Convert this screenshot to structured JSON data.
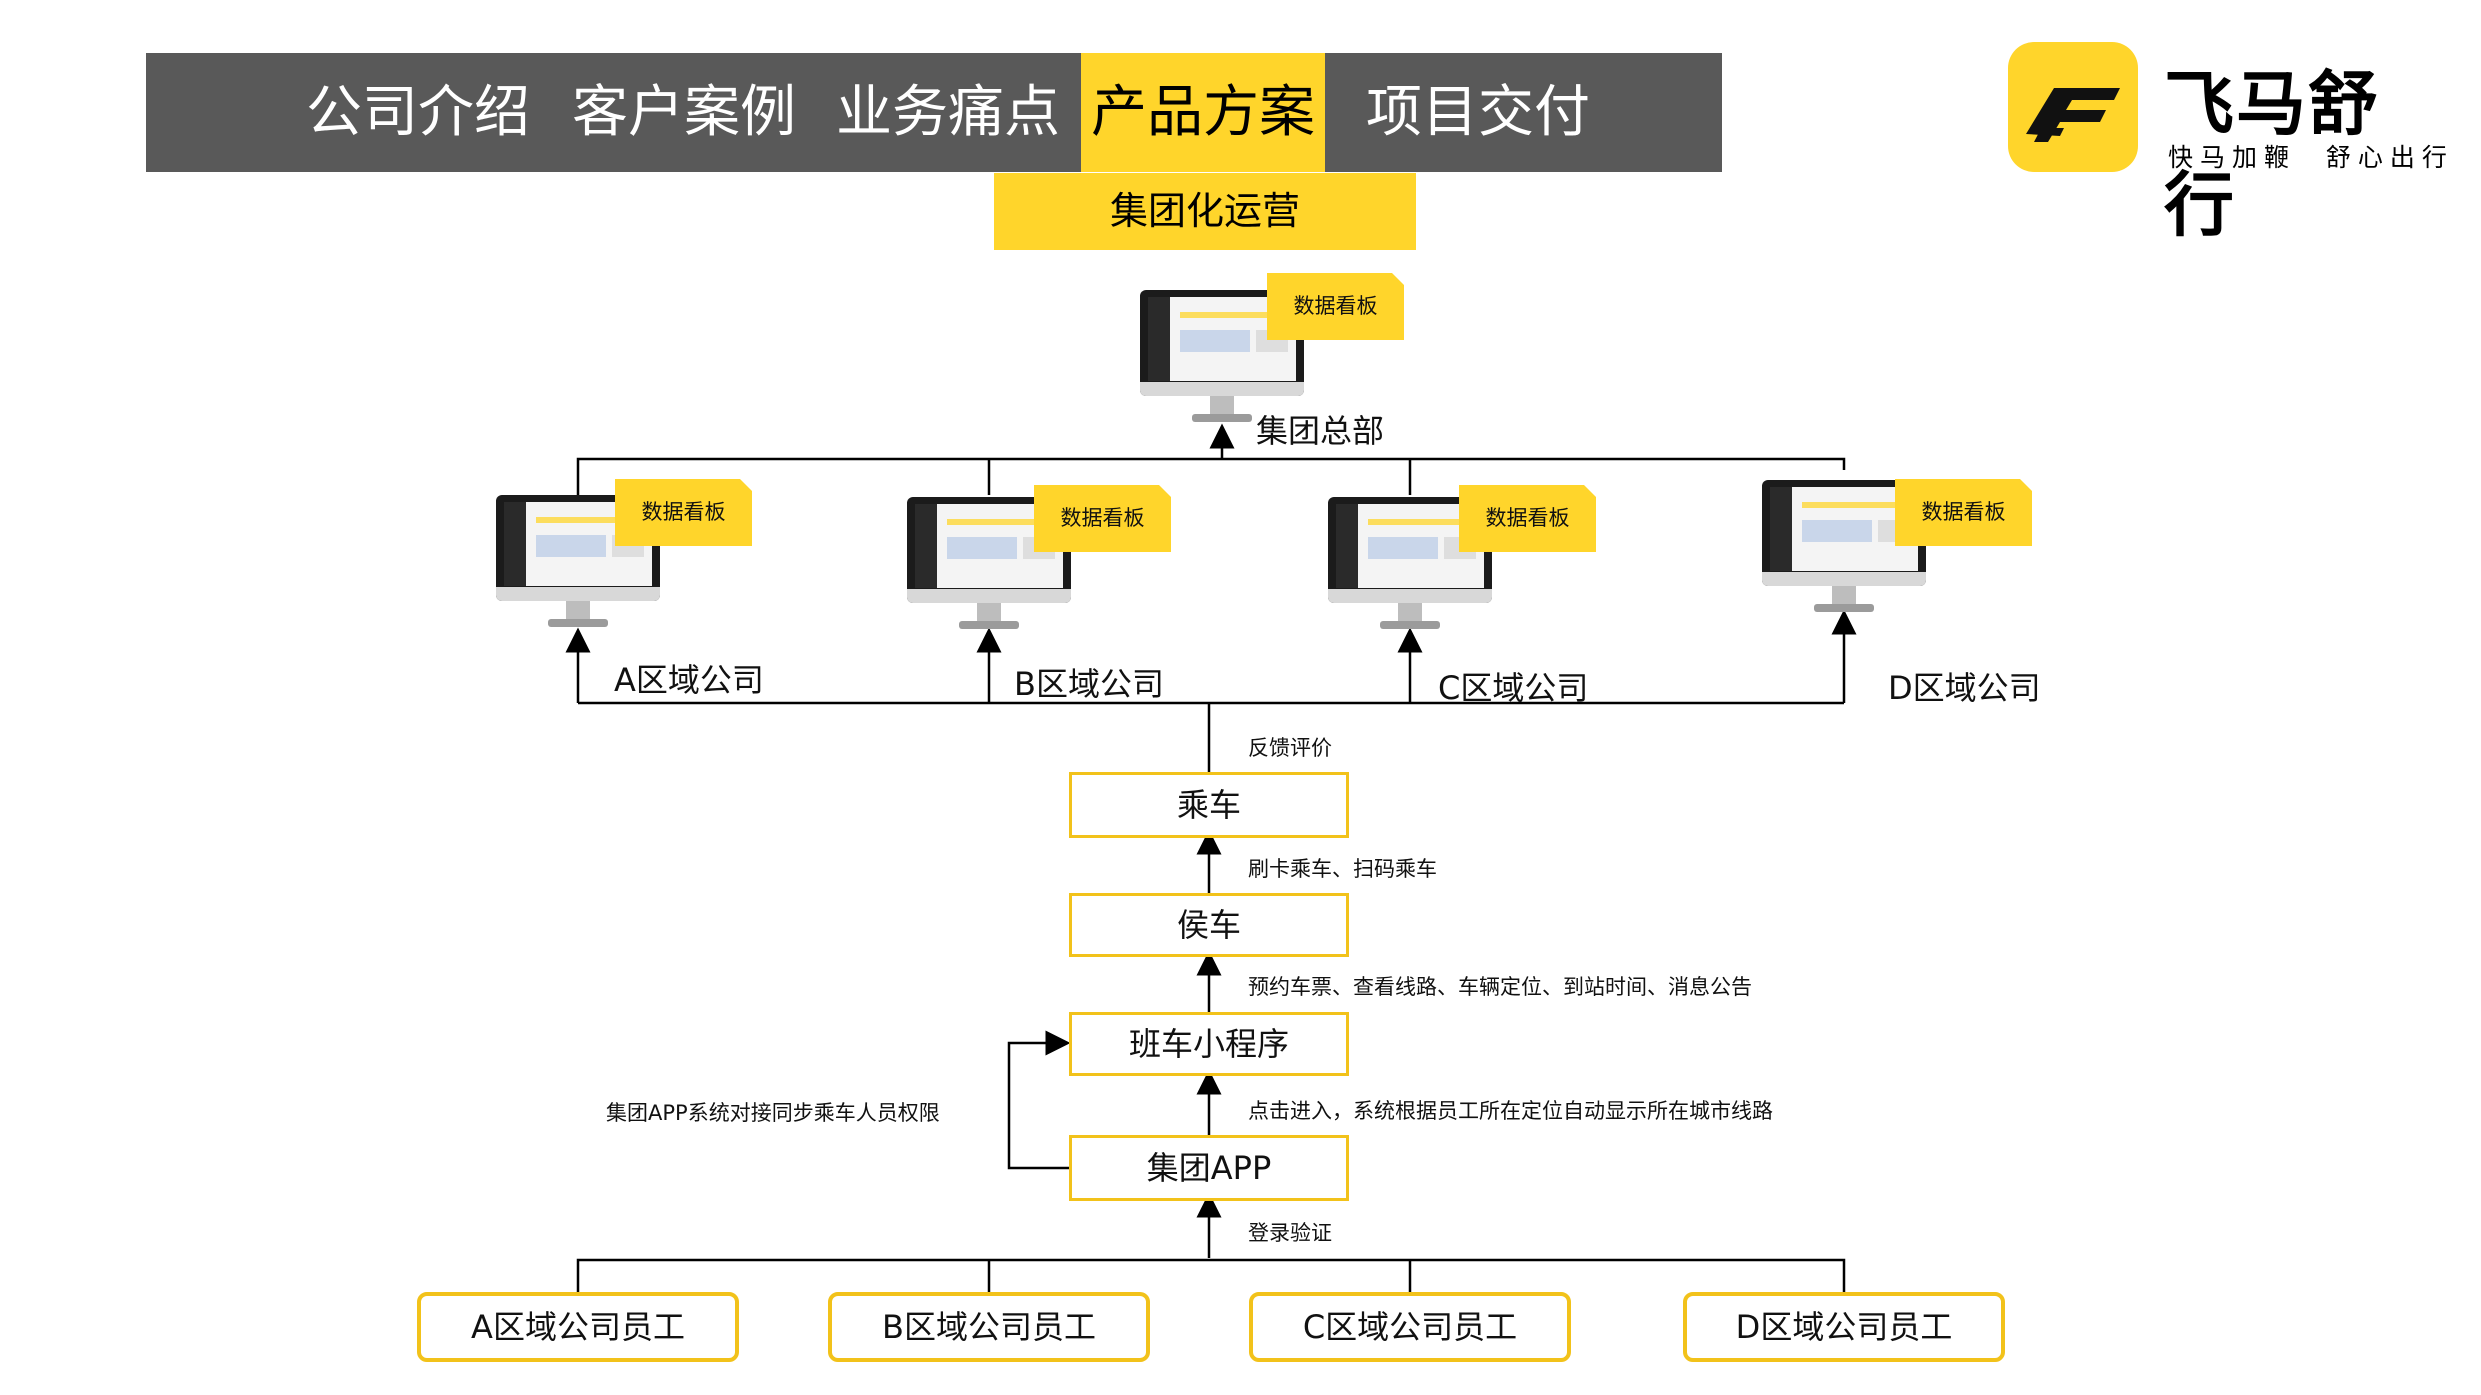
{
  "nav": {
    "tabs": [
      {
        "label": "公司介绍"
      },
      {
        "label": "客户案例"
      },
      {
        "label": "业务痛点"
      },
      {
        "label": "产品方案",
        "active": true
      },
      {
        "label": "项目交付"
      }
    ],
    "subtitle": "集团化运营"
  },
  "logo": {
    "name": "飞马舒行",
    "slogan": "快马加鞭  舒心出行",
    "brand_color": "#ffd52b"
  },
  "colors": {
    "accent": "#ffd52b",
    "border": "#f2c21a",
    "nav_bg": "#595959"
  },
  "diagram": {
    "dashboard_label": "数据看板",
    "headquarters": "集团总部",
    "regions": [
      "A区域公司",
      "B区域公司",
      "C区域公司",
      "D区域公司"
    ],
    "steps": {
      "ride": "乘车",
      "wait": "侯车",
      "miniapp": "班车小程序",
      "app": "集团APP"
    },
    "edge_labels": {
      "feedback": "反馈评价",
      "ride": "刷卡乘车、扫码乘车",
      "wait": "预约车票、查看线路、车辆定位、到站时间、消息公告",
      "enter": "点击进入，系统根据员工所在定位自动显示所在城市线路",
      "sync": "集团APP系统对接同步乘车人员权限",
      "login": "登录验证"
    },
    "employees": [
      "A区域公司员工",
      "B区域公司员工",
      "C区域公司员工",
      "D区域公司员工"
    ]
  }
}
